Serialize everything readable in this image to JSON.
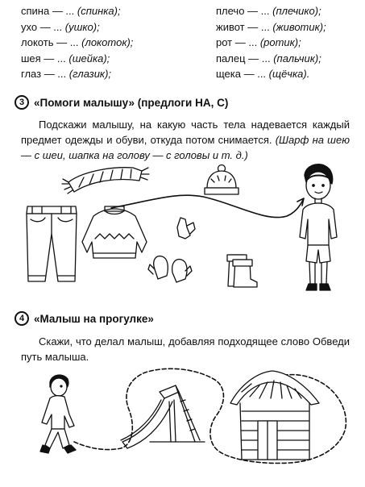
{
  "word_pairs": {
    "left": [
      {
        "word": "спина — ...",
        "hint": "(спинка);"
      },
      {
        "word": "ухо — ...",
        "hint": "(ушко);"
      },
      {
        "word": "локоть — ...",
        "hint": "(локоток);"
      },
      {
        "word": "шея — ...",
        "hint": "(шейка);"
      },
      {
        "word": "глаз — ...",
        "hint": "(глазик);"
      }
    ],
    "right": [
      {
        "word": "плечо — ...",
        "hint": "(плечико);"
      },
      {
        "word": "живот — ...",
        "hint": "(животик);"
      },
      {
        "word": "рот — ...",
        "hint": "(ротик);"
      },
      {
        "word": "палец — ...",
        "hint": "(пальчик);"
      },
      {
        "word": "щека — ...",
        "hint": "(щёчка)."
      }
    ]
  },
  "task3": {
    "number": "3",
    "title": "«Помоги малышу» (предлоги НА, С)",
    "text": "Подскажи малышу, на какую часть тела надевается каждый предмет одежды и обуви, откуда потом снимается.",
    "example": "(Шарф на шею — с шеи, шапка на голову — с головы и т. д.)"
  },
  "task4": {
    "number": "4",
    "title": "«Малыш на прогулке»",
    "text": "Скажи, что делал малыш, добавляя подходящее слово Обведи путь малыша."
  }
}
